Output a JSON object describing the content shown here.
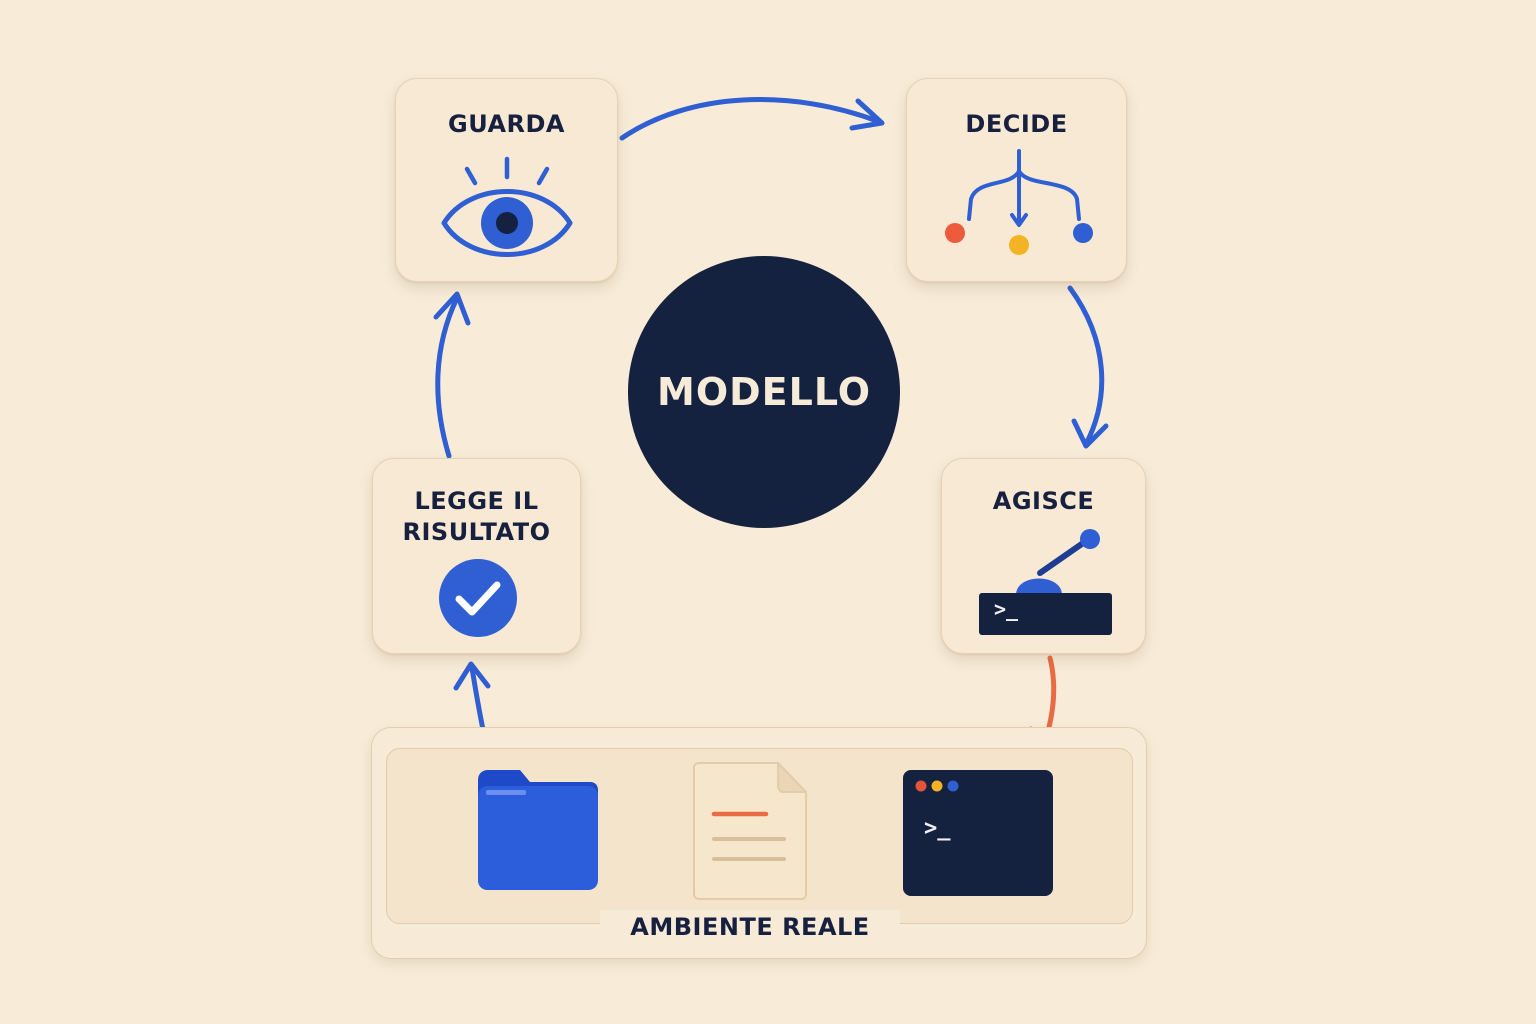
{
  "nodes": {
    "guarda": "GUARDA",
    "decide": "DECIDE",
    "agisce": "AGISCE",
    "legge_line1": "LEGGE IL",
    "legge_line2": "RISULTATO"
  },
  "center": {
    "label": "MODELLO"
  },
  "environment": {
    "label": "AMBIENTE REALE",
    "terminal_prompt": ">_"
  },
  "agisce_prompt": ">_",
  "colors": {
    "background": "#f8ecd8",
    "card": "#f7e9d3",
    "navy": "#14213f",
    "blue": "#2f5fd3",
    "orange": "#ea6b43",
    "yellow": "#f2b324",
    "red_dot": "#ee5a3c"
  },
  "icons": [
    "eye-icon",
    "branch-icon",
    "lever-terminal-icon",
    "check-circle-icon",
    "folder-icon",
    "document-icon",
    "terminal-window-icon"
  ]
}
